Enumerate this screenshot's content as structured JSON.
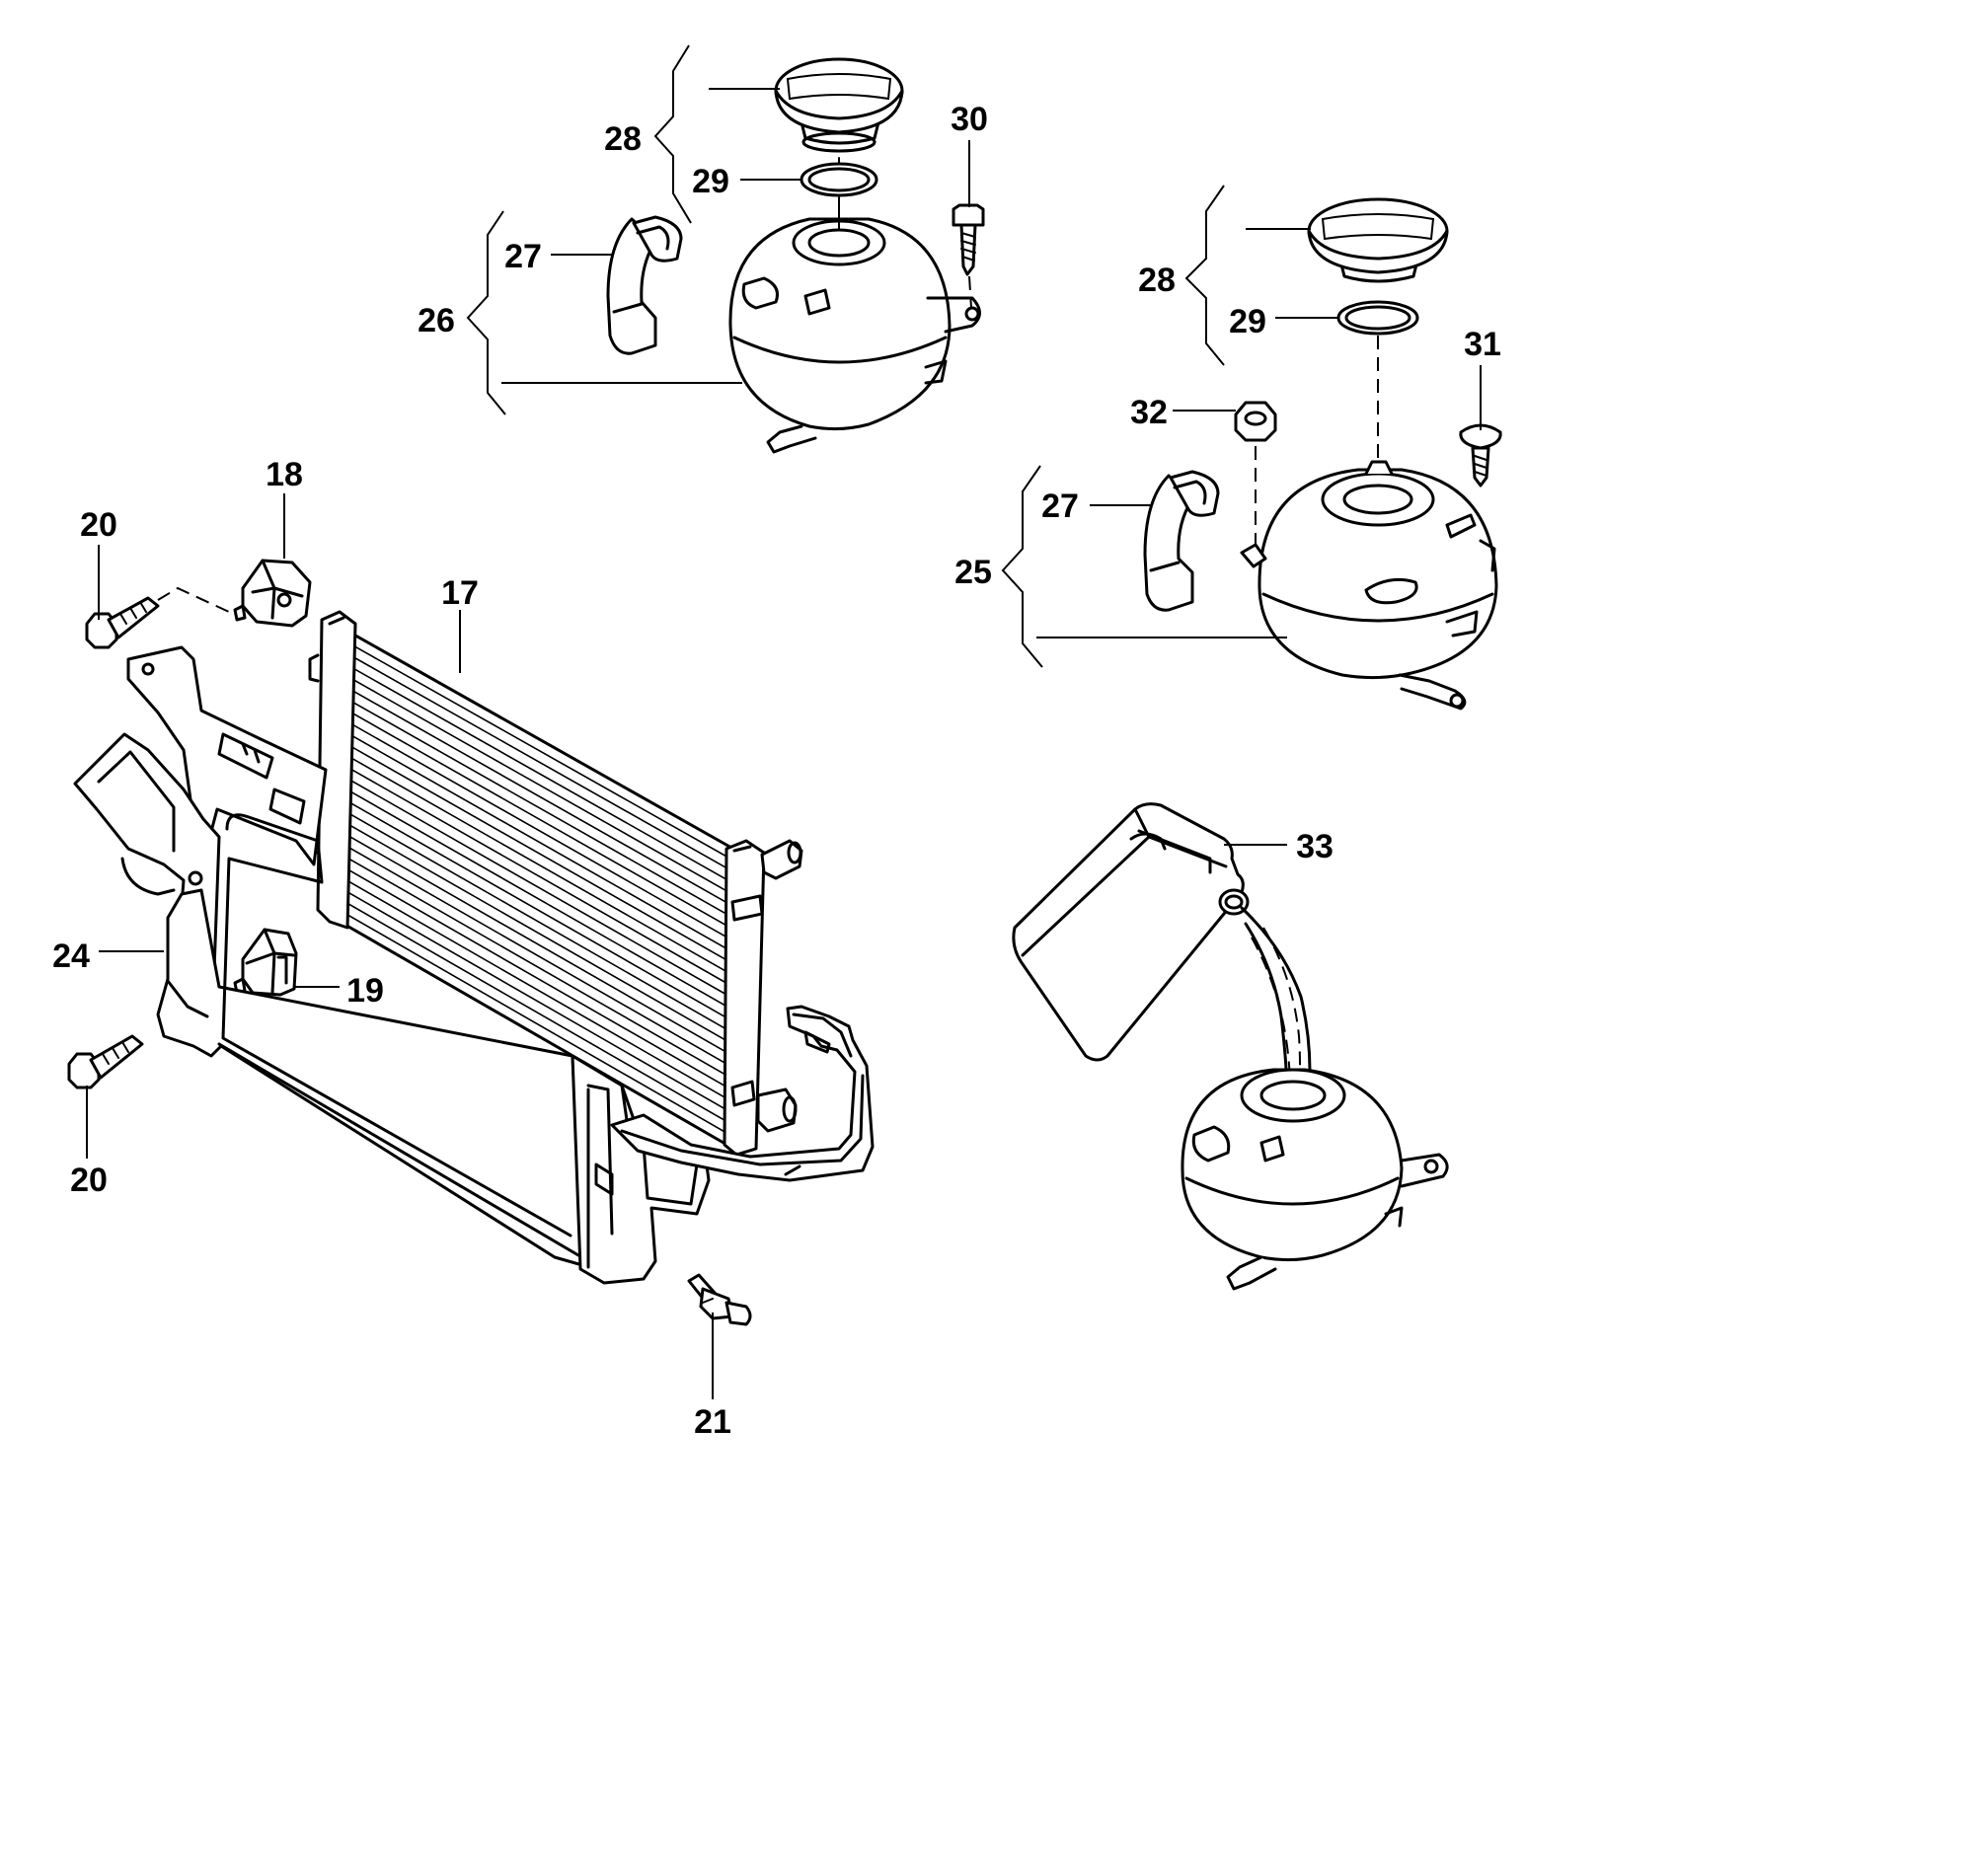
{
  "labels": {
    "l17": "17",
    "l18": "18",
    "l19": "19",
    "l20a": "20",
    "l20b": "20",
    "l21": "21",
    "l24": "24",
    "l25": "25",
    "l26": "26",
    "l27a": "27",
    "l27b": "27",
    "l28a": "28",
    "l28b": "28",
    "l29a": "29",
    "l29b": "29",
    "l30": "30",
    "l31": "31",
    "l32": "32",
    "l33": "33"
  }
}
